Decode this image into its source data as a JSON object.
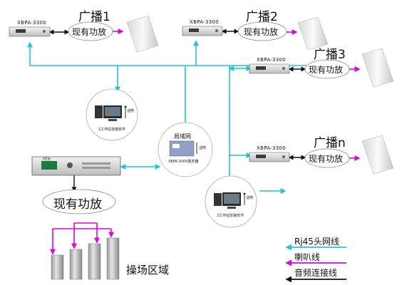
{
  "zones": {
    "zone1": {
      "title": "广播1",
      "amp_model": "XBPA-3300",
      "amp_label": "现有功放"
    },
    "zone2": {
      "title": "广播2",
      "amp_model": "XBPA-3300",
      "amp_label": "现有功放"
    },
    "zone3": {
      "title": "广播3",
      "amp_model": "XBPA-3300",
      "amp_label": "现有功放"
    },
    "zonen": {
      "title": "广播n",
      "amp_model": "XBPA-3300",
      "amp_label": "现有功放"
    }
  },
  "workstation1": {
    "caption": "1工作站安装软件",
    "mic": "话筒"
  },
  "workstation2": {
    "caption": "2工作站安装软件",
    "mic": "话筒"
  },
  "lan": {
    "label": "局域网",
    "server_caption": "XBPA-3000服务器",
    "mic": "话筒"
  },
  "rack": {
    "brand": "ITCE"
  },
  "existing_amp": {
    "label": "现有功放"
  },
  "field": {
    "label": "操场区域"
  },
  "legend": {
    "items": [
      {
        "label": "Rj45头网线",
        "color": "#22c4dc"
      },
      {
        "label": "喇叭线",
        "color": "#e000e0"
      },
      {
        "label": "音频连接线",
        "color": "#111111"
      }
    ]
  },
  "colors": {
    "network": "#22c4dc",
    "speaker": "#e000e0",
    "audio": "#111111"
  }
}
